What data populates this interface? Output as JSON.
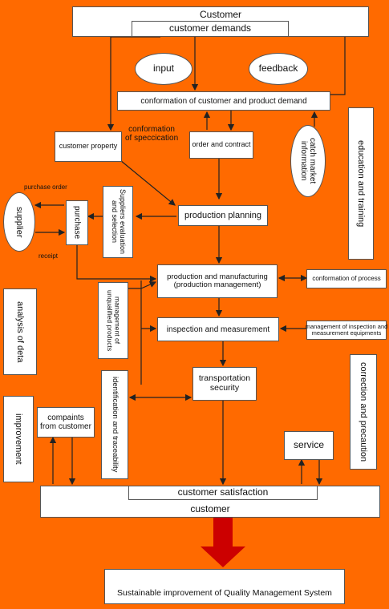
{
  "nodes": {
    "customer_top": "Customer",
    "customer_demands": "customer demands",
    "input": "input",
    "feedback": "feedback",
    "conformation_demand": "conformation of customer and product demand",
    "conformation_specification": "conformation\nof speccication",
    "catch_market_info": "catch market\ninformation",
    "education_training": "education and training",
    "customer_property": "customer property",
    "order_contract": "order and contract",
    "purchase_order": "purchase order",
    "supplier": "supplier",
    "purchase": "purchase",
    "receipt": "receipt",
    "suppliers_evaluation": "Suppliers evaluation\nand selection",
    "production_planning": "production planning",
    "production_manufacturing": "production and manufacturing\n(production management)",
    "conformation_process": "conformation of process",
    "analysis_data": "analysis of deta",
    "management_unqualified": "management of\nunqualified products",
    "inspection_measurement": "inspection and measurement",
    "management_equipments": "management of inspection and\nmeasurement equipments",
    "correction_precaution": "correction and precaution",
    "transportation_security": "transportation\nsecurity",
    "identification_traceability": "identification and traceability",
    "improvement": "improvement",
    "complaints": "compaints\nfrom customer",
    "service": "service",
    "customer_satisfaction": "customer satisfaction",
    "customer_bottom": "customer",
    "sustainable_improvement": "Sustainable improvement of Quality Management System"
  },
  "colors": {
    "background": "#ff6a00",
    "box": "#ffffff",
    "line": "#222222",
    "big_arrow": "#cc0000"
  }
}
